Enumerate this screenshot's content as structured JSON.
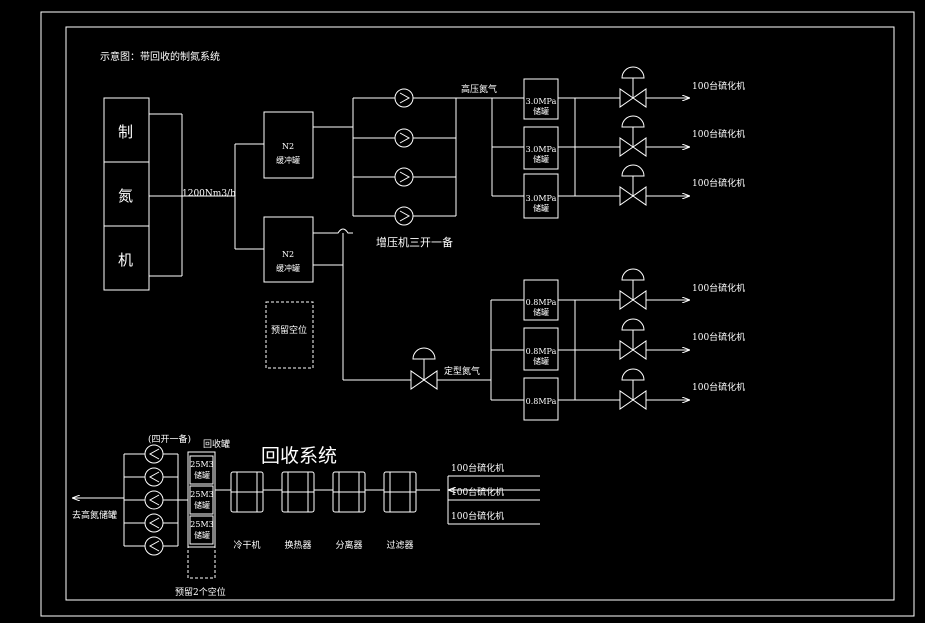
{
  "title": "示意图：带回收的制氮系统",
  "generator": [
    "制",
    "氮",
    "机"
  ],
  "flow_label": "1200Nm3/h",
  "buffer1": [
    "N2",
    "缓冲罐"
  ],
  "buffer2": [
    "N2",
    "缓冲罐"
  ],
  "reserve_top": "预留空位",
  "compressor_label": "增压机三开一备",
  "hp_label": "高压氮气",
  "hp_tanks": [
    [
      "3.0MPa",
      "储罐"
    ],
    [
      "3.0MPa",
      "储罐"
    ],
    [
      "3.0MPa",
      "储罐"
    ]
  ],
  "hp_outputs": [
    "100台硫化机",
    "100台硫化机",
    "100台硫化机"
  ],
  "shape_label": "定型氮气",
  "lp_tanks": [
    [
      "0.8MPa",
      "储罐"
    ],
    [
      "0.8MPa",
      "储罐"
    ],
    [
      "0.8MPa"
    ]
  ],
  "lp_outputs": [
    "100台硫化机",
    "100台硫化机",
    "100台硫化机"
  ],
  "recovery": {
    "title": "回收系统",
    "pumps_label": "(四开一备)",
    "tank_group_label": "回收罐",
    "tanks": [
      [
        "25M3",
        "储罐"
      ],
      [
        "25M3",
        "储罐"
      ],
      [
        "25M3",
        "储罐"
      ]
    ],
    "reserve_label": "预留2个空位",
    "to_label": "去高氮储罐",
    "units": [
      "冷干机",
      "换热器",
      "分离器",
      "过滤器"
    ],
    "inputs": [
      "100台硫化机",
      "100台硫化机",
      "100台硫化机"
    ]
  }
}
